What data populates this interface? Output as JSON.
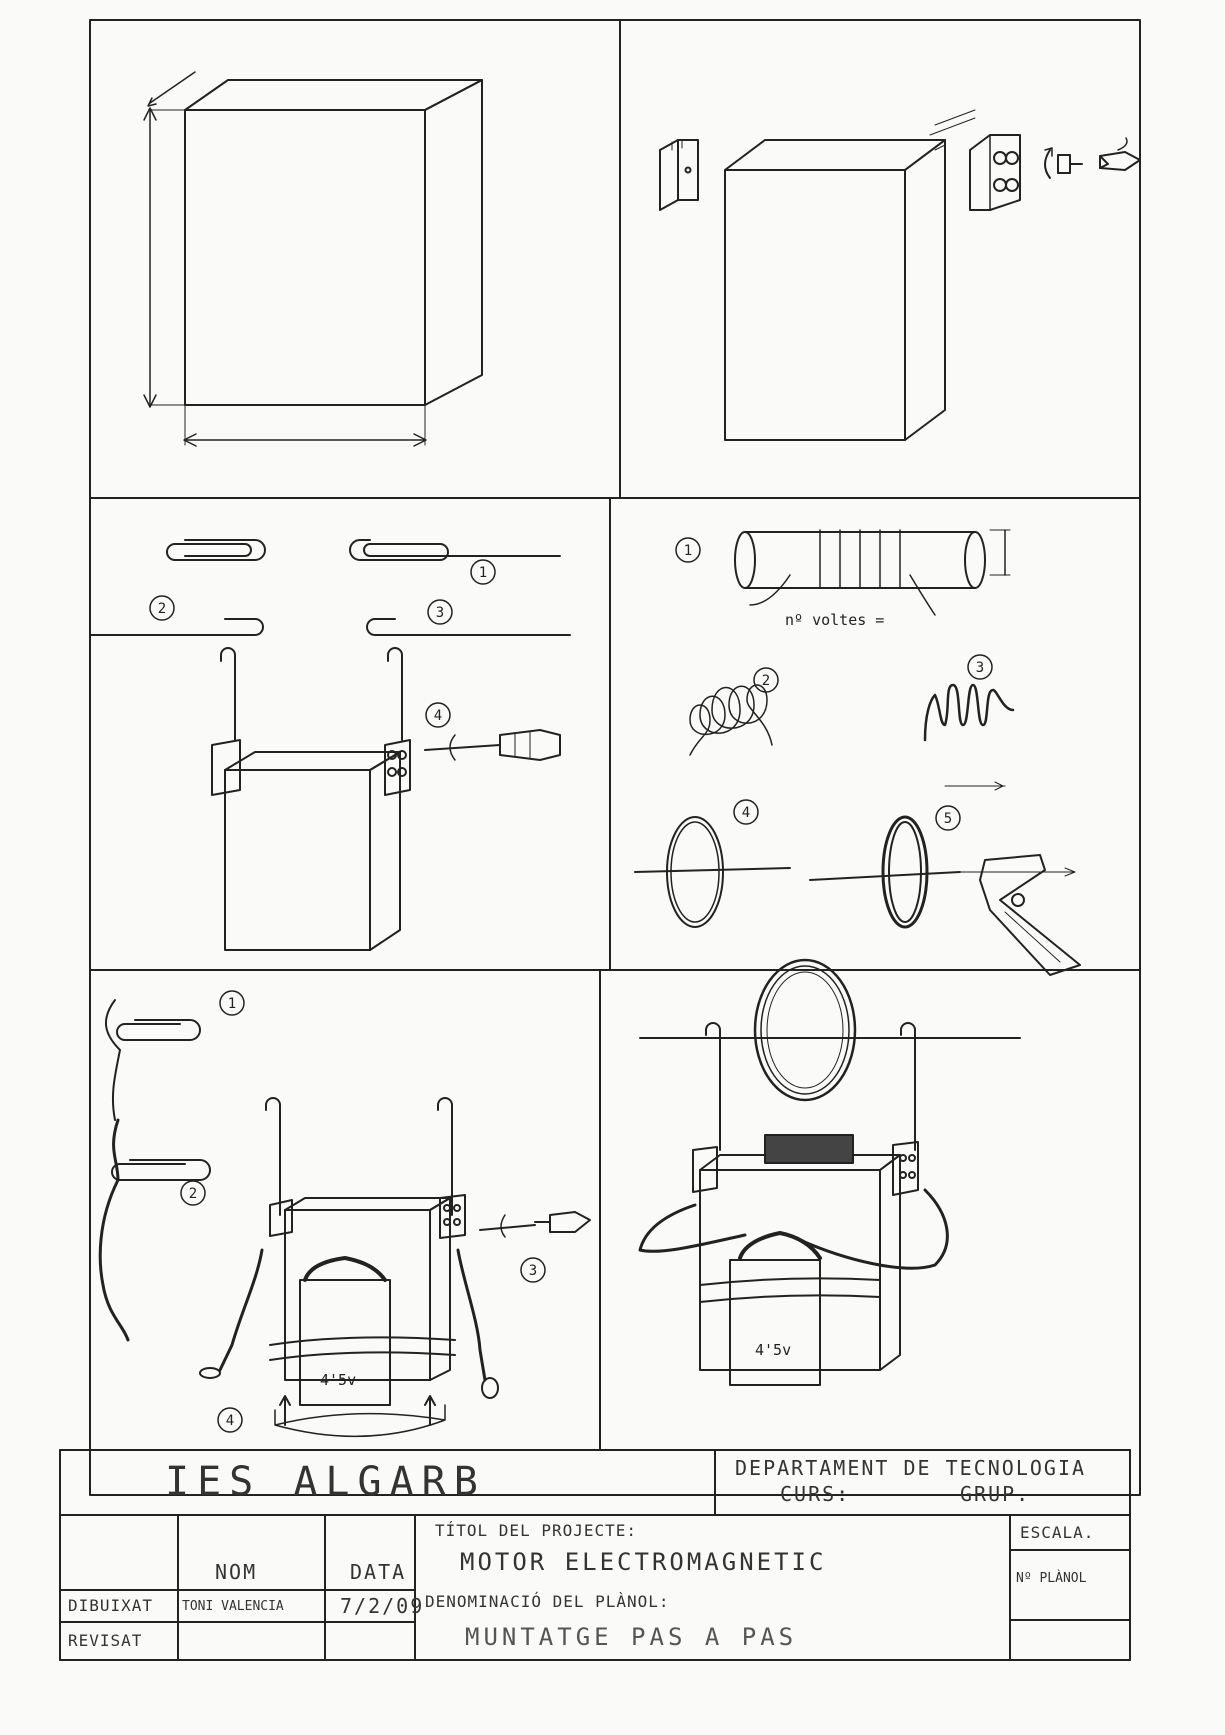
{
  "diagram": {
    "step_labels": {
      "p3": [
        "1",
        "2",
        "3",
        "4"
      ],
      "p4": [
        "1",
        "2",
        "3",
        "4",
        "5"
      ],
      "p5": [
        "1",
        "2",
        "3",
        "4"
      ]
    },
    "turns_label": "nº voltes =",
    "battery_label": "4'5v"
  },
  "title_block": {
    "school": "IES ALGARB",
    "department": "DEPARTAMENT DE TECNOLOGIA",
    "curs_label": "CURS:",
    "grup_label": "GRUP.",
    "nom_header": "NOM",
    "data_header": "DATA",
    "dibuixat_label": "DIBUIXAT",
    "drawn_by": "TONI VALENCIA",
    "drawn_date": "7/2/09",
    "revisat_label": "REVISAT",
    "project_title_label": "TÍTOL DEL PROJECTE:",
    "project_title": "MOTOR ELECTROMAGNETIC",
    "plan_name_label": "DENOMINACIÓ DEL PLÀNOL:",
    "plan_name": "MUNTATGE PAS A PAS",
    "scale_label": "ESCALA.",
    "plan_number_label": "Nº PLÀNOL"
  },
  "colors": {
    "ink": "#222222",
    "paper": "#fafaf8",
    "pencil": "#555555"
  }
}
